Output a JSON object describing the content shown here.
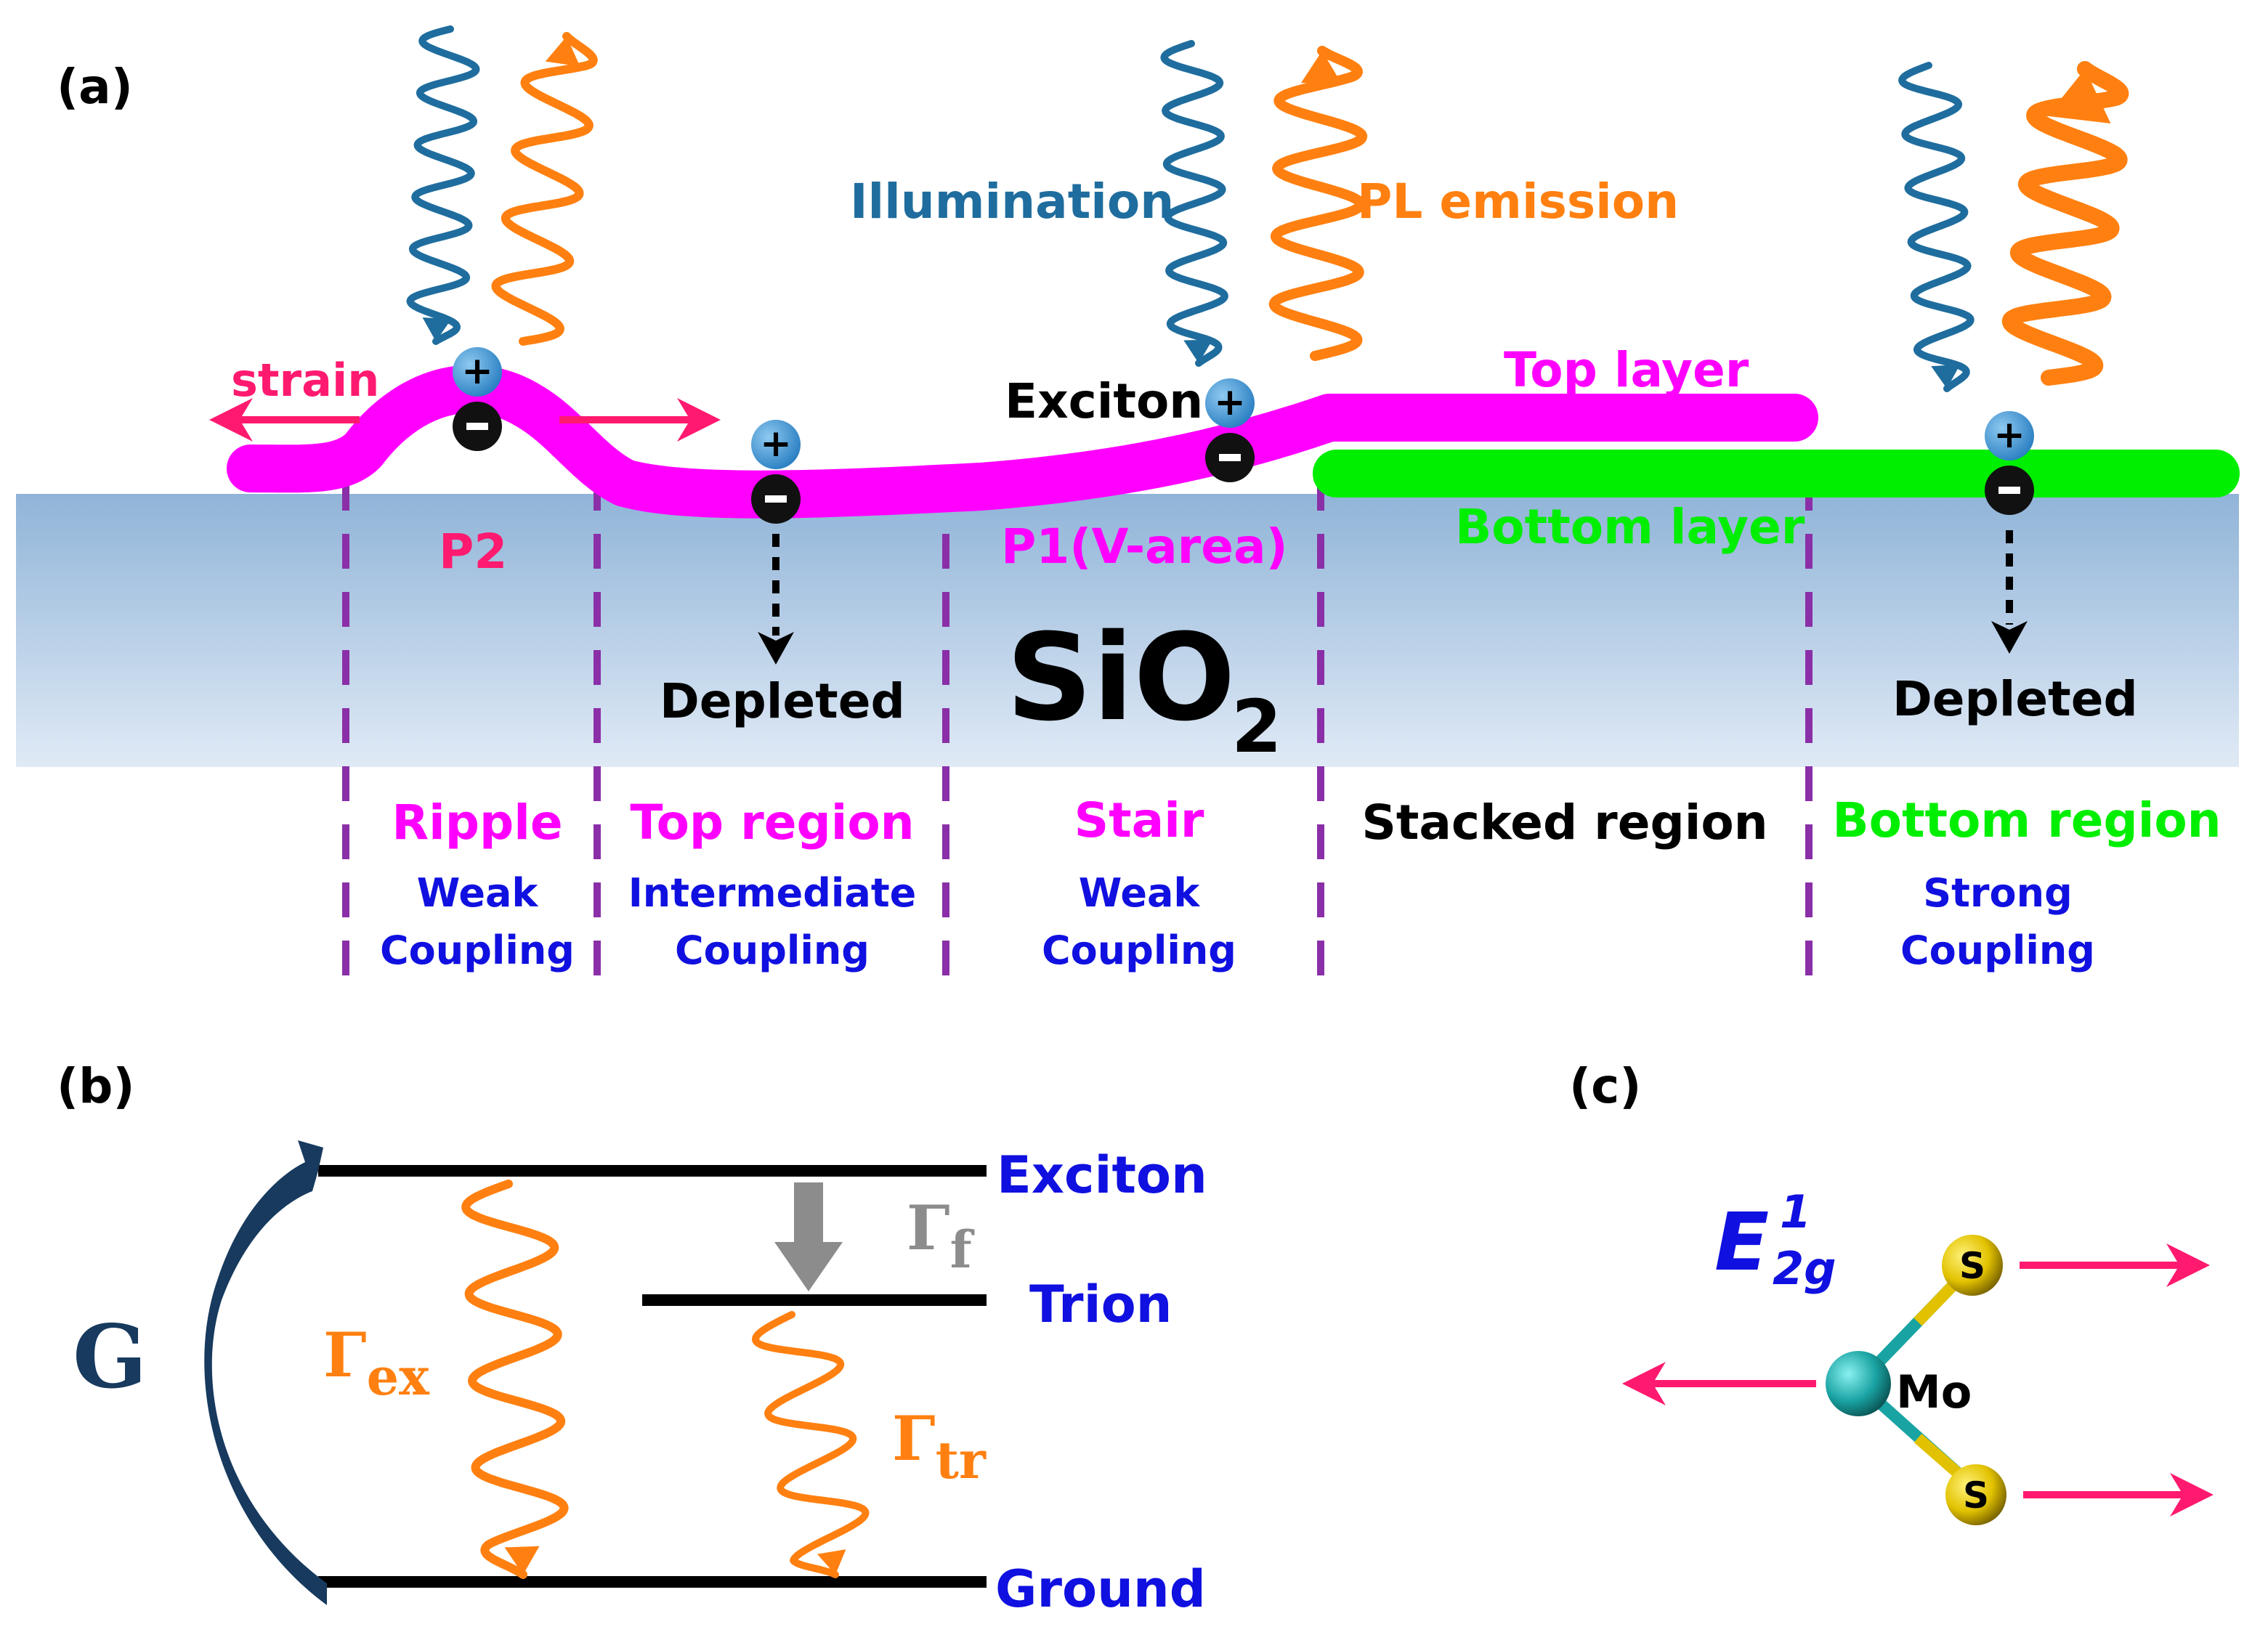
{
  "colors": {
    "top_layer": "#ff00ff",
    "bottom_layer": "#00ee00",
    "illumination": "#1f6d9e",
    "pl_emission": "#ff8010",
    "strain_arrow": "#ff1a70",
    "boundary": "#8a2fa8",
    "coupling_text": "#1010e0",
    "substrate_top": "#90b4d8",
    "substrate_bottom": "#dde8f5",
    "level_label": "#1010e0",
    "gamma_f": "#8c8c8c",
    "G": "#173a5e",
    "sulfur": "#e2c200",
    "molybdenum": "#1aa3a3"
  },
  "panel_a": {
    "label": "(a)",
    "illumination_label": "Illumination",
    "pl_emission_label": "PL emission",
    "strain_label": "strain",
    "exciton_label": "Exciton",
    "top_layer_label": "Top layer",
    "bottom_layer_label": "Bottom layer",
    "p2_label": "P2",
    "p1_label": "P1(V-area)",
    "substrate_label": "SiO",
    "substrate_subscript": "2",
    "depleted_label": "Depleted",
    "regions": [
      {
        "name": "Ripple",
        "coupling": [
          "Weak",
          "Coupling"
        ]
      },
      {
        "name": "Top region",
        "coupling": [
          "Intermediate",
          "Coupling"
        ]
      },
      {
        "name": "Stair",
        "coupling": [
          "Weak",
          "Coupling"
        ]
      },
      {
        "name": "Stacked region",
        "coupling": []
      },
      {
        "name": "Bottom region",
        "coupling": [
          "Strong",
          "Coupling"
        ]
      }
    ],
    "plus_symbol": "+",
    "minus_symbol": "−"
  },
  "panel_b": {
    "label": "(b)",
    "levels": {
      "exciton": "Exciton",
      "trion": "Trion",
      "ground": "Ground"
    },
    "generation": "G",
    "gamma": "Γ",
    "gamma_ex_sub": "ex",
    "gamma_tr_sub": "tr",
    "gamma_f_sub": "f"
  },
  "panel_c": {
    "label": "(c)",
    "mode_main": "E",
    "mode_sup": "1",
    "mode_sub": "2g",
    "atom_s": "S",
    "atom_mo": "Mo"
  }
}
